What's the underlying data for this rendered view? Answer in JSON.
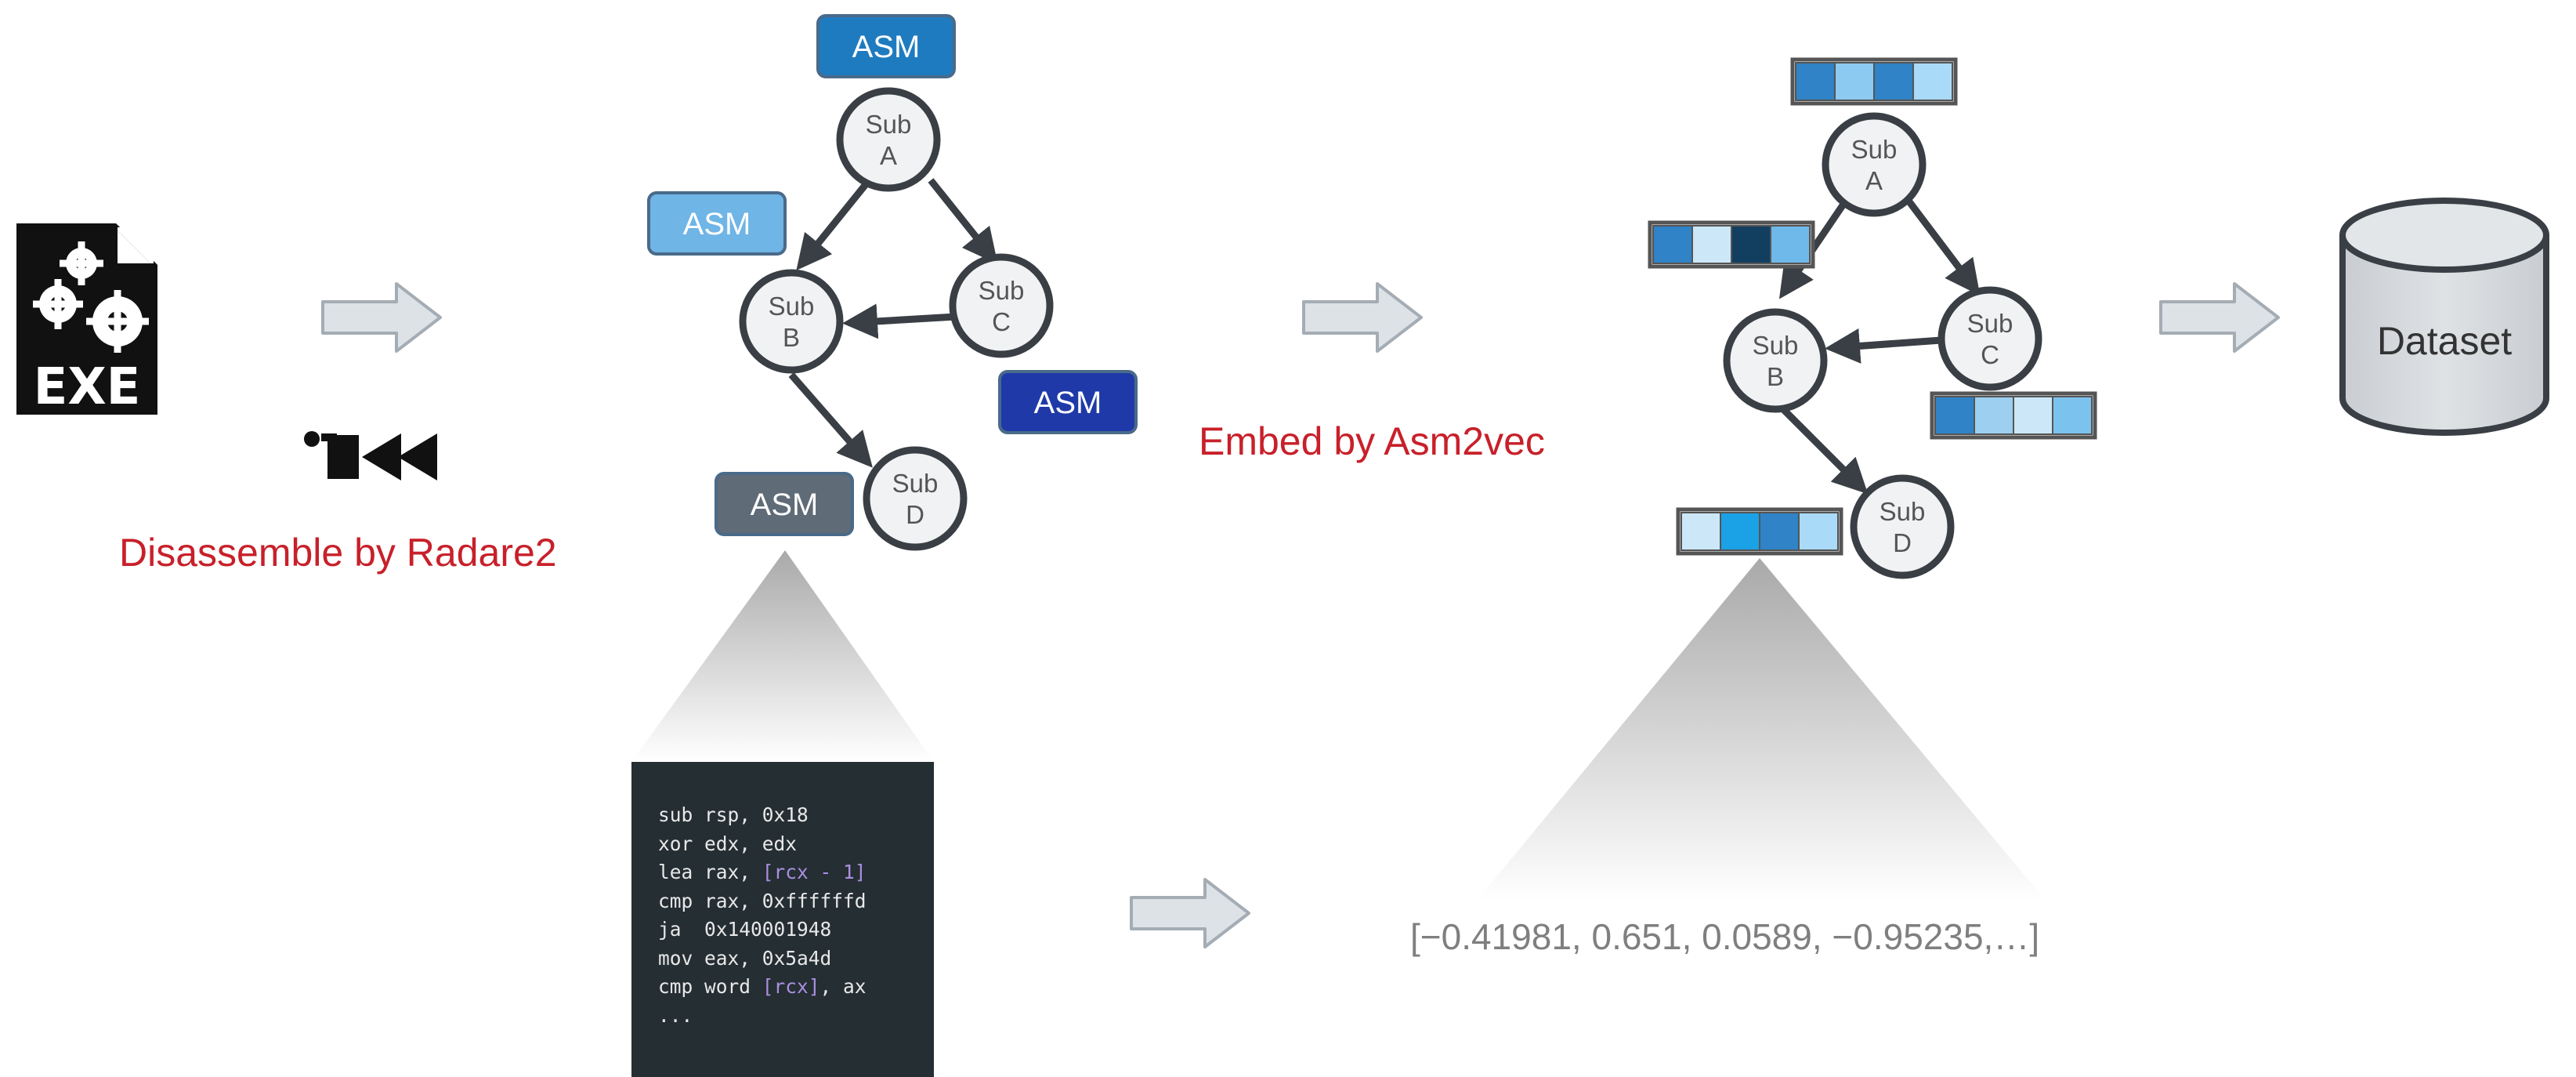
{
  "exe_icon": {
    "text": "EXE",
    "icon": "exe-file-icon"
  },
  "radare2_logo": {
    "icon": "radare2-logo-icon"
  },
  "labels": {
    "disassemble": "Disassemble by Radare2",
    "embed": "Embed by Asm2vec"
  },
  "graph_left": {
    "nodes": [
      {
        "id": "A",
        "line1": "Sub",
        "line2": "A"
      },
      {
        "id": "B",
        "line1": "Sub",
        "line2": "B"
      },
      {
        "id": "C",
        "line1": "Sub",
        "line2": "C"
      },
      {
        "id": "D",
        "line1": "Sub",
        "line2": "D"
      }
    ],
    "asm_badges": [
      {
        "node": "A",
        "text": "ASM",
        "color": "#1f7bbf"
      },
      {
        "node": "B",
        "text": "ASM",
        "color": "#6fb5e6"
      },
      {
        "node": "C",
        "text": "ASM",
        "color": "#1f3aa8"
      },
      {
        "node": "D",
        "text": "ASM",
        "color": "#5f6b76"
      }
    ]
  },
  "graph_right": {
    "nodes": [
      {
        "id": "A",
        "line1": "Sub",
        "line2": "A"
      },
      {
        "id": "B",
        "line1": "Sub",
        "line2": "B"
      },
      {
        "id": "C",
        "line1": "Sub",
        "line2": "C"
      },
      {
        "id": "D",
        "line1": "Sub",
        "line2": "D"
      }
    ],
    "embedding_colors": {
      "A": [
        "#2f83c6",
        "#8ccaf2",
        "#2f83c6",
        "#a9daf7"
      ],
      "B": [
        "#2f83c6",
        "#cce8f8",
        "#123e60",
        "#6fb9ea"
      ],
      "C": [
        "#2f83c6",
        "#9ccff0",
        "#cce8f8",
        "#7cc2ee"
      ],
      "D": [
        "#cce8f8",
        "#1aa1e6",
        "#2f83c6",
        "#a9daf7"
      ]
    }
  },
  "code": {
    "lines": [
      [
        {
          "t": "sub rsp, 0x18"
        }
      ],
      [
        {
          "t": "xor edx, edx"
        }
      ],
      [
        {
          "t": "lea rax, "
        },
        {
          "t": "[rcx - 1]",
          "hl": true
        }
      ],
      [
        {
          "t": "cmp rax, 0xffffffd"
        }
      ],
      [
        {
          "t": "ja  0x140001948"
        }
      ],
      [
        {
          "t": "mov eax, 0x5a4d"
        }
      ],
      [
        {
          "t": "cmp word "
        },
        {
          "t": "[rcx]",
          "hl": true
        },
        {
          "t": ", ax"
        }
      ],
      [
        {
          "t": "..."
        }
      ]
    ]
  },
  "vector": "[−0.41981, 0.651, 0.0589, −0.95235,…]",
  "dataset": {
    "label": "Dataset",
    "icon": "database-cylinder-icon"
  },
  "arrows": [
    "arrow-right-icon"
  ]
}
